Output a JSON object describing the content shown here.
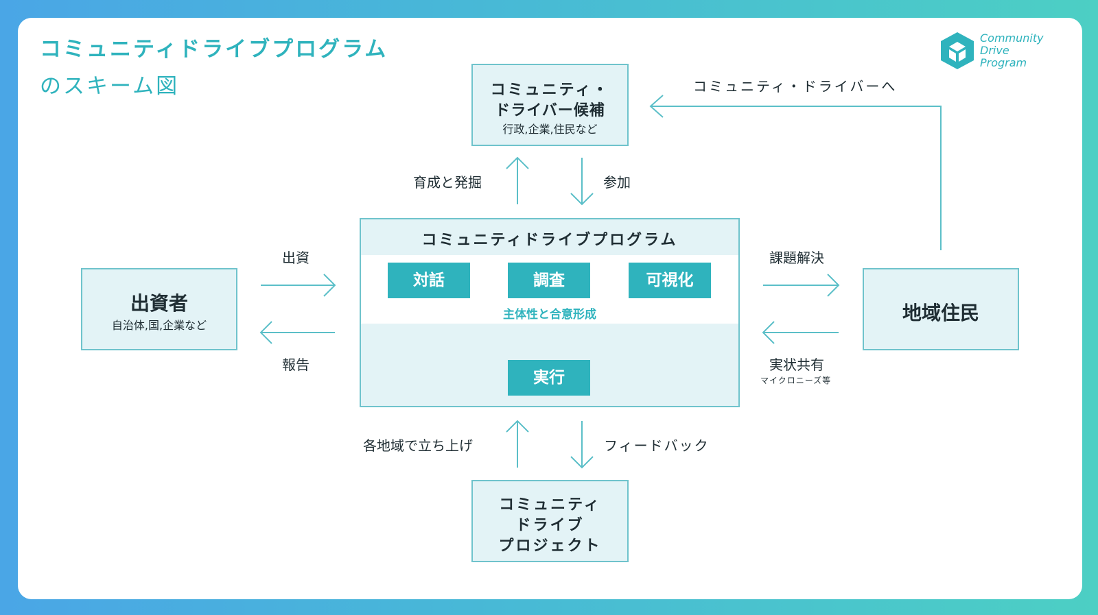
{
  "header": {
    "title_line1": "コミュニティドライブプログラム",
    "title_line2": "のスキーム図"
  },
  "logo": {
    "icon": "cube-logo-icon",
    "line1": "Community",
    "line2": "Drive",
    "line3": "Program",
    "color": "#2fb3bd"
  },
  "candidates": {
    "title_line1": "コミュニティ・",
    "title_line2": "ドライバー候補",
    "subtitle": "行政,企業,住民など"
  },
  "program": {
    "title": "コミュニティドライブプログラム",
    "steps": [
      "対話",
      "調査",
      "可視化"
    ],
    "caption": "主体性と合意形成",
    "execute": "実行"
  },
  "investor": {
    "title": "出資者",
    "subtitle": "自治体,国,企業など"
  },
  "residents": {
    "title": "地域住民"
  },
  "project": {
    "line1": "コミュニティ",
    "line2": "ドライブ",
    "line3": "プロジェクト"
  },
  "flows": {
    "to_driver": "コミュニティ・ドライバーへ",
    "nurture": "育成と発掘",
    "participate": "参加",
    "invest": "出資",
    "report": "報告",
    "solve": "課題解決",
    "share": "実状共有",
    "share_sub": "マイクロニーズ等",
    "launch": "各地域で立ち上げ",
    "feedback": "フィードバック"
  },
  "colors": {
    "accent": "#2fb3bd",
    "box_fill": "#e3f3f6",
    "box_border": "#6fc3cc",
    "arrow": "#5bbfc8"
  }
}
